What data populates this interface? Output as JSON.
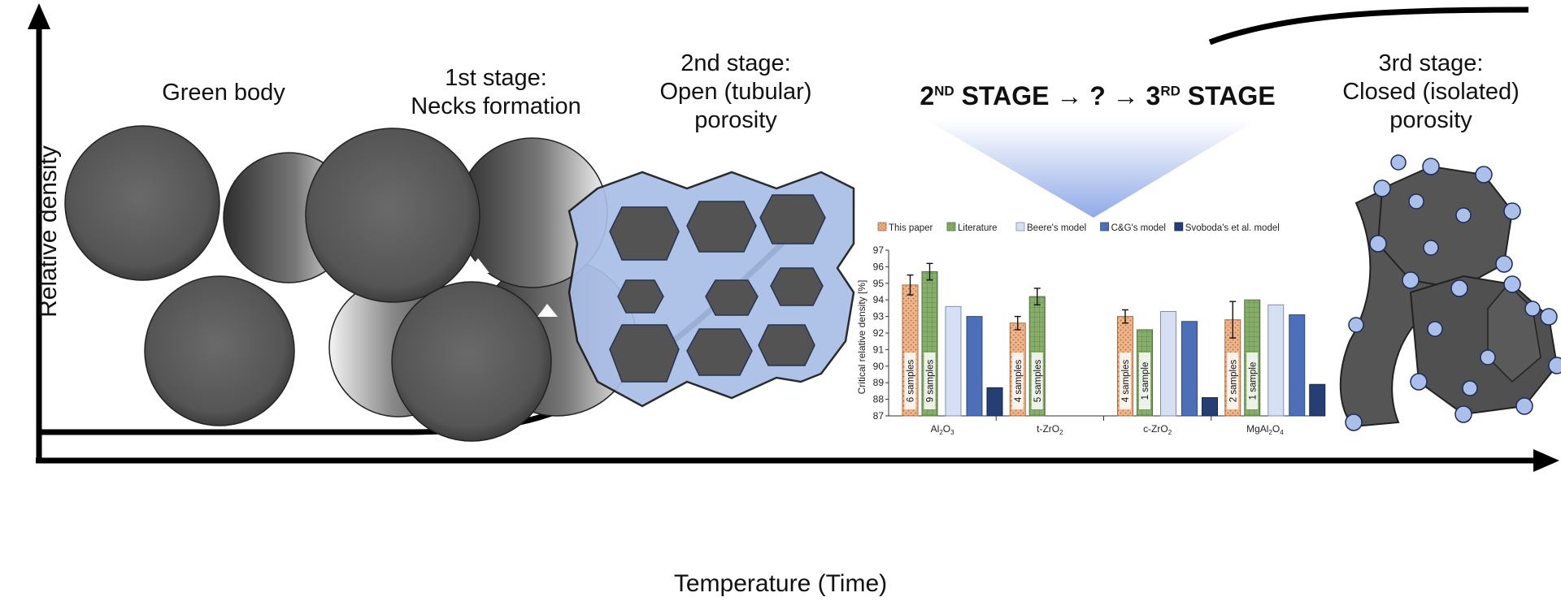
{
  "axes": {
    "y_label": "Relative density",
    "x_label": "Temperature (Time)"
  },
  "stages": [
    {
      "id": "green",
      "lines": [
        "Green body"
      ]
    },
    {
      "id": "first",
      "lines": [
        "1st stage:",
        "Necks formation"
      ]
    },
    {
      "id": "second",
      "lines": [
        "2nd stage:",
        "Open (tubular)",
        "porosity"
      ]
    },
    {
      "id": "third",
      "lines": [
        "3rd stage:",
        "Closed (isolated)",
        "porosity"
      ]
    }
  ],
  "headline": {
    "left_num": "2",
    "left_sup": "ND",
    "left_word": " STAGE",
    "middle": " → ? → ",
    "right_num": "3",
    "right_sup": "RD",
    "right_word": " STAGE"
  },
  "colors": {
    "sphere": "#5a5a5a",
    "pore_network": "#a9bde6",
    "this_paper": "#f0b48a",
    "literature": "#86ad6a",
    "beere": "#d6e0f2",
    "cg": "#4d6fb8",
    "svoboda": "#253e73"
  },
  "chart_data": {
    "type": "bar",
    "ylabel": "Critical relative density [%]",
    "ylim": [
      87,
      97
    ],
    "yticks": [
      87,
      88,
      89,
      90,
      91,
      92,
      93,
      94,
      95,
      96,
      97
    ],
    "categories": [
      "Al2O3",
      "t-ZrO2",
      "c-ZrO2",
      "MgAl2O4"
    ],
    "category_labels": [
      {
        "base": "Al",
        "sub1": "2",
        "mid": "O",
        "sub2": "3",
        "tail": "",
        "sub3": ""
      },
      {
        "base": "t-ZrO",
        "sub1": "2",
        "mid": "",
        "sub2": "",
        "tail": "",
        "sub3": ""
      },
      {
        "base": "c-ZrO",
        "sub1": "2",
        "mid": "",
        "sub2": "",
        "tail": "",
        "sub3": ""
      },
      {
        "base": "MgAl",
        "sub1": "2",
        "mid": "O",
        "sub2": "4",
        "tail": "",
        "sub3": ""
      }
    ],
    "series": [
      {
        "name": "This paper",
        "values": [
          94.9,
          92.6,
          93.0,
          92.8
        ],
        "errors": [
          0.6,
          0.4,
          0.4,
          1.1
        ],
        "annotations": [
          "6 samples",
          "4 samples",
          "4 samples",
          "2 samples"
        ]
      },
      {
        "name": "Literature",
        "values": [
          95.7,
          94.2,
          92.2,
          94.0
        ],
        "errors": [
          0.5,
          0.5,
          0,
          0
        ],
        "annotations": [
          "9 samples",
          "5 samples",
          "1 sample",
          "1 sample"
        ]
      },
      {
        "name": "Beere's model",
        "values": [
          93.6,
          null,
          93.3,
          93.7
        ]
      },
      {
        "name": "C&G's model",
        "values": [
          93.0,
          null,
          92.7,
          93.1
        ]
      },
      {
        "name": "Svoboda's et al. model",
        "values": [
          88.7,
          null,
          88.1,
          88.9
        ]
      }
    ],
    "legend_placement": "top",
    "grid": false
  }
}
